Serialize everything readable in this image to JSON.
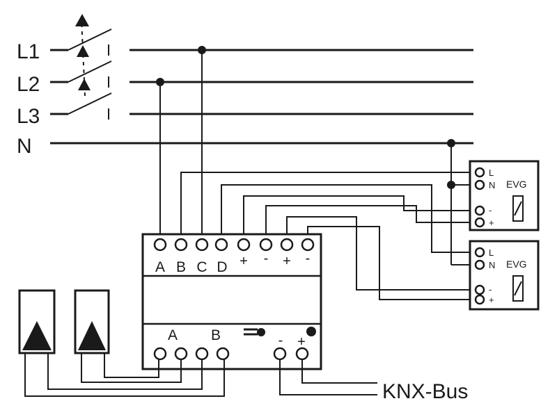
{
  "lines": {
    "l1": "L1",
    "l2": "L2",
    "l3": "L3",
    "n": "N"
  },
  "actuator": {
    "top_terminals": [
      "A",
      "B",
      "C",
      "D",
      "+",
      "-",
      "+",
      "-"
    ],
    "bottom_a": "A",
    "bottom_b": "B",
    "bus_minus": "-",
    "bus_plus": "+"
  },
  "ballast_1": {
    "title": "EVG",
    "l": "L",
    "n": "N",
    "minus": "-",
    "plus": "+"
  },
  "ballast_2": {
    "title": "EVG",
    "l": "L",
    "n": "N",
    "minus": "-",
    "plus": "+"
  },
  "bus_label": "KNX-Bus"
}
